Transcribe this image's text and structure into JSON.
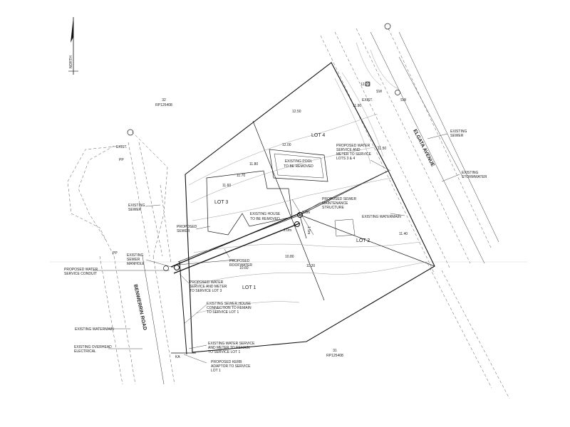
{
  "north": {
    "label": "NORTH"
  },
  "roads": {
    "west": "BENWERRIN ROAD",
    "east": "ELGATA AVENUE"
  },
  "lots": {
    "lot1": "LOT 1",
    "lot2": "LOT 2",
    "lot3": "LOT 3",
    "lot4": "LOT 4"
  },
  "parcels": {
    "north": {
      "num": "32",
      "plan": "RP125408"
    },
    "south": {
      "num": "31",
      "plan": "RP125408"
    }
  },
  "structures": {
    "pool": [
      "EXISTING POOL",
      "TO BE REMOVED"
    ],
    "house": [
      "EXISTING HOUSE",
      "TO BE REMOVED"
    ]
  },
  "labels": {
    "existing_sewer_ne": [
      "EXISTING",
      "SEWER"
    ],
    "existing_stormwater": [
      "EXISTING",
      "STORMWATER"
    ],
    "water_service_lots34": [
      "PROPOSED WATER",
      "SERVICE AND",
      "METER TO SERVICE",
      "LOTS 3 & 4"
    ],
    "sewer_maintenance": [
      "PROPOSED SEWER",
      "MAINTENANCE",
      "STRUCTURE"
    ],
    "existing_watermain_e": "EXISTING WATERMAIN",
    "existing_sewer_w": [
      "EXISTING",
      "SEWER"
    ],
    "proposed_sewer": [
      "PROPOSED",
      "SEWER"
    ],
    "sewer_manhole": [
      "EXISTING",
      "SEWER",
      "MANHOLE"
    ],
    "proposed_roofwater": [
      "PROPOSED",
      "ROOFWATER"
    ],
    "water_conduit": [
      "PROPOSED WATER",
      "SERVICE CONDUIT"
    ],
    "water_service_lot3": [
      "PROPOSED WATER",
      "SERVICE AND METER",
      "TO SERVICE LOT 3"
    ],
    "sewer_house_conn": [
      "EXISTING SEWER HOUSE",
      "CONNECTION TO REMAIN",
      "TO SERVICE LOT 1"
    ],
    "existing_watermain_w": "EXISTING WATERMAIN",
    "water_service_remain": [
      "EXISTING WATER SERVICE",
      "AND METER TO REMAIN",
      "TO SERVICE LOT 1"
    ],
    "overhead_elec": [
      "EXISTING OVERHEAD",
      "ELECTRICAL"
    ],
    "kerb_adaptor": [
      "PROPOSED KERB",
      "ADAPTOR TO SERVICE",
      "LOT 1"
    ]
  },
  "tags": {
    "exist_w": "EXIST.",
    "pp_w": "PP",
    "pp2": "PP",
    "exist_e": "EXIST.",
    "sw": "SW",
    "sw2": "SW",
    "ka": "KA",
    "dim1": "2.0m",
    "dim2": "1.5m",
    "dim3": "2.0m"
  },
  "spot_levels": [
    "12.00",
    "12.50",
    "11.80",
    "11.70",
    "11.60",
    "10.60",
    "10.80",
    "11.90",
    "11.50",
    "12.20",
    "11.40",
    "11.20"
  ]
}
